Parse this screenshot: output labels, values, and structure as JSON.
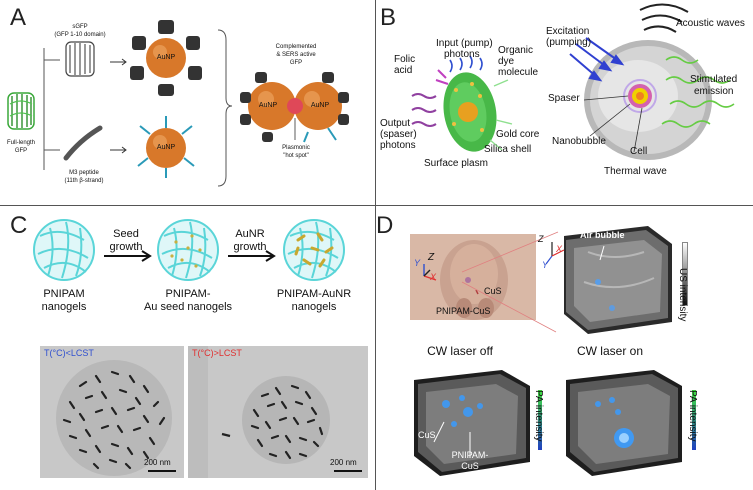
{
  "panels": {
    "a": {
      "label": "A",
      "fulllength": "Full-length",
      "gfp": "GFP",
      "sgfp": "sGFP",
      "sgfp_sub": "(GFP 1-10 domain)",
      "m3": "M3 peptide",
      "m3_sub": "(11th β-strand)",
      "aunp": "AuNP",
      "complemented_1": "Complemented",
      "complemented_2": "& SERS active",
      "complemented_3": "GFP",
      "plasmonic_1": "Plasmonic",
      "plasmonic_2": "\"hot spot\""
    },
    "b": {
      "label": "B",
      "input_1": "Input (pump)",
      "input_2": "photons",
      "folic_1": "Folic",
      "folic_2": "acid",
      "organic_1": "Organic",
      "organic_2": "dye",
      "organic_3": "molecule",
      "output_1": "Output",
      "output_2": "(spaser)",
      "output_3": "photons",
      "gold_core": "Gold core",
      "silica_shell": "Silica shell",
      "surface_plasm": "Surface plasm",
      "excitation_1": "Excitation",
      "excitation_2": "(pumping)",
      "acoustic": "Acoustic waves",
      "spaser": "Spaser",
      "stimulated_1": "Stimulated",
      "stimulated_2": "emission",
      "nanobubble": "Nanobubble",
      "cell": "Cell",
      "thermal": "Thermal wave"
    },
    "c": {
      "label": "C",
      "seed_1": "Seed",
      "seed_2": "growth",
      "aunr_1": "AuNR",
      "aunr_2": "growth",
      "pnipam_1": "PNIPAM",
      "pnipam_2": "nanogels",
      "seedgel_1": "PNIPAM-",
      "seedgel_2": "Au seed nanogels",
      "aunrgel_1": "PNIPAM-AuNR",
      "aunrgel_2": "nanogels",
      "temp_low": "T(°C)<LCST",
      "temp_high": "T(°C)>LCST",
      "scale_1": "200 nm",
      "scale_2": "200 nm"
    },
    "d": {
      "label": "D",
      "cus_mouse": "CuS",
      "pnipam_cus": "PNIPAM-CuS",
      "air_bubble": "Air bubble",
      "us_intensity": "US intensity",
      "axis_z": "Z",
      "axis_y": "Y",
      "axis_x": "X",
      "laser_off": "CW laser off",
      "laser_on": "CW laser on",
      "pa_intensity_1": "PA intensity",
      "pa_intensity_2": "PA intensity",
      "cus_label": "CuS",
      "pnipam_label_1": "PNIPAM-",
      "pnipam_label_2": "CuS"
    }
  },
  "colors": {
    "gold": "#d8782a",
    "gfp_green": "#3aa83a",
    "cyan_gel": "#5ad5d8",
    "red_temp": "#e03030",
    "blue_temp": "#3050d0"
  }
}
